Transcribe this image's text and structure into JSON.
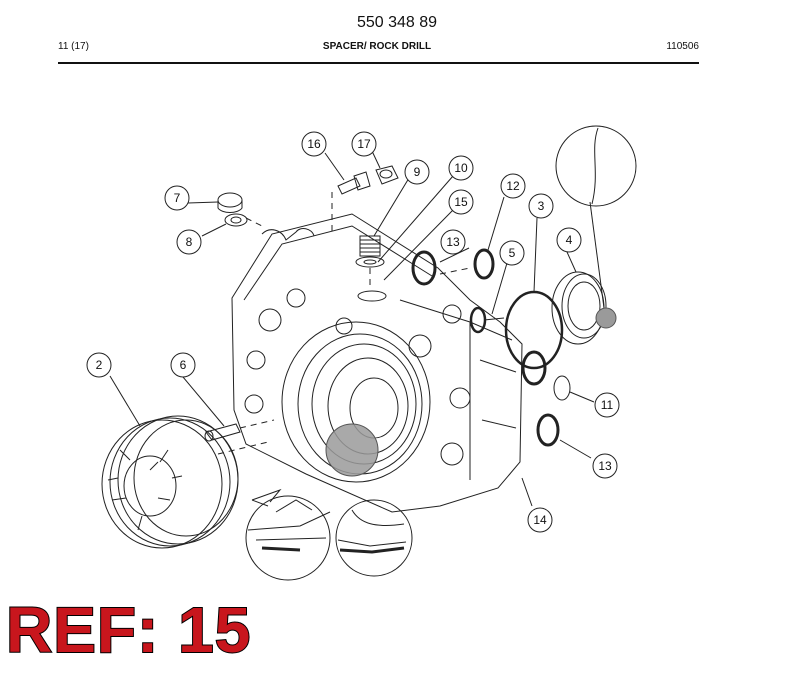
{
  "header": {
    "doc_number": "550 348 89",
    "page": "11 (17)",
    "title": "SPACER/ ROCK DRILL",
    "date_code": "110506"
  },
  "callouts": {
    "c2": "2",
    "c3": "3",
    "c4": "4",
    "c5": "5",
    "c6": "6",
    "c7": "7",
    "c8": "8",
    "c9": "9",
    "c10": "10",
    "c11": "11",
    "c12": "12",
    "c13a": "13",
    "c13b": "13",
    "c14": "14",
    "c15": "15",
    "c16": "16",
    "c17": "17"
  },
  "ref_label": "REF: 15",
  "colors": {
    "ref_red": "#c8161d",
    "highlight_gray": "#9a9a9a"
  }
}
